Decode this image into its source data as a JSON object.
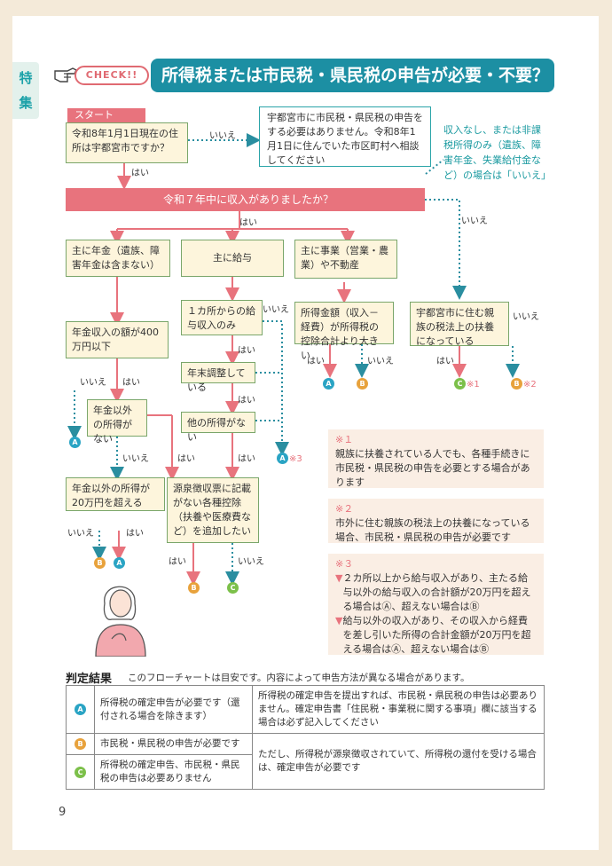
{
  "side_tab": [
    "特",
    "集"
  ],
  "header": {
    "check_label": "CHECK!!",
    "title": "所得税または市民税・県民税の申告が必要・不要？"
  },
  "flow": {
    "start_label": "スタート",
    "q_residence": "令和8年1月1日現在の住所は宇都宮市ですか？",
    "no_residence": "宇都宮市に市民税・県民税の申告をする必要はありません。令和8年1月1日に住んでいた市区町村へ相談してください",
    "q_income": "令和７年中に収入がありましたか？",
    "teal_note": "収入なし、または非課税所得のみ（遺族、障害年金、失業給付金など）の場合は「いいえ」",
    "cat_pension": "主に年金（遺族、障害年金は含まない）",
    "cat_salary": "主に給与",
    "cat_business": "主に事業（営業・農業）や不動産",
    "q_pension_amount": "年金収入の額が400万円以下",
    "q_pension_other": "年金以外の所得がない",
    "q_pension_other_20": "年金以外の所得が20万円を超える",
    "q_salary_one": "１カ所からの給与収入のみ",
    "q_year_end": "年末調整している",
    "q_other_income": "他の所得がない",
    "q_deduction": "源泉徴収票に記載がない各種控除（扶養や医療費など）を追加したい",
    "q_business_amount": "所得金額（収入－経費）が所得税の控除合計より大きい",
    "q_dependent": "宇都宮市に住む親族の税法上の扶養になっている",
    "yes": "はい",
    "no": "いいえ",
    "note1_ref": "※1",
    "note2_ref": "※2",
    "note3_ref": "※3"
  },
  "notes": {
    "n1_title": "※１",
    "n1_text": "親族に扶養されている人でも、各種手続きに市民税・県民税の申告を必要とする場合があります",
    "n2_title": "※２",
    "n2_text": "市外に住む親族の税法上の扶養になっている場合、市民税・県民税の申告が必要です",
    "n3_title": "※３",
    "n3_a": "２カ所以上から給与収入があり、主たる給与以外の給与収入の合計額が20万円を超える場合はⒶ、超えない場合はⒷ",
    "n3_b": "給与以外の収入があり、その収入から経費を差し引いた所得の合計金額が20万円を超える場合はⒶ、超えない場合はⒷ"
  },
  "results": {
    "title": "判定結果",
    "subtitle": "このフローチャートは目安です。内容によって申告方法が異なる場合があります。",
    "rows": [
      {
        "badge": "A",
        "text": "所得税の確定申告が必要です（還付される場合を除きます）",
        "note": "所得税の確定申告を提出すれば、市民税・県民税の申告は必要ありません。確定申告書「住民税・事業税に関する事項」欄に該当する場合は必ず記入してください"
      },
      {
        "badge": "B",
        "text": "市民税・県民税の申告が必要です",
        "note": "ただし、所得税が源泉徴収されていて、所得税の還付を受ける場合は、確定申告が必要です"
      },
      {
        "badge": "C",
        "text": "所得税の確定申告、市民税・県民税の申告は必要ありません",
        "note": ""
      }
    ]
  },
  "page_number": "9",
  "colors": {
    "teal": "#1c8fa3",
    "pink": "#e8737d",
    "result_a": "#2aa4c4",
    "result_b": "#e8a23c",
    "result_c": "#7cc04a"
  }
}
